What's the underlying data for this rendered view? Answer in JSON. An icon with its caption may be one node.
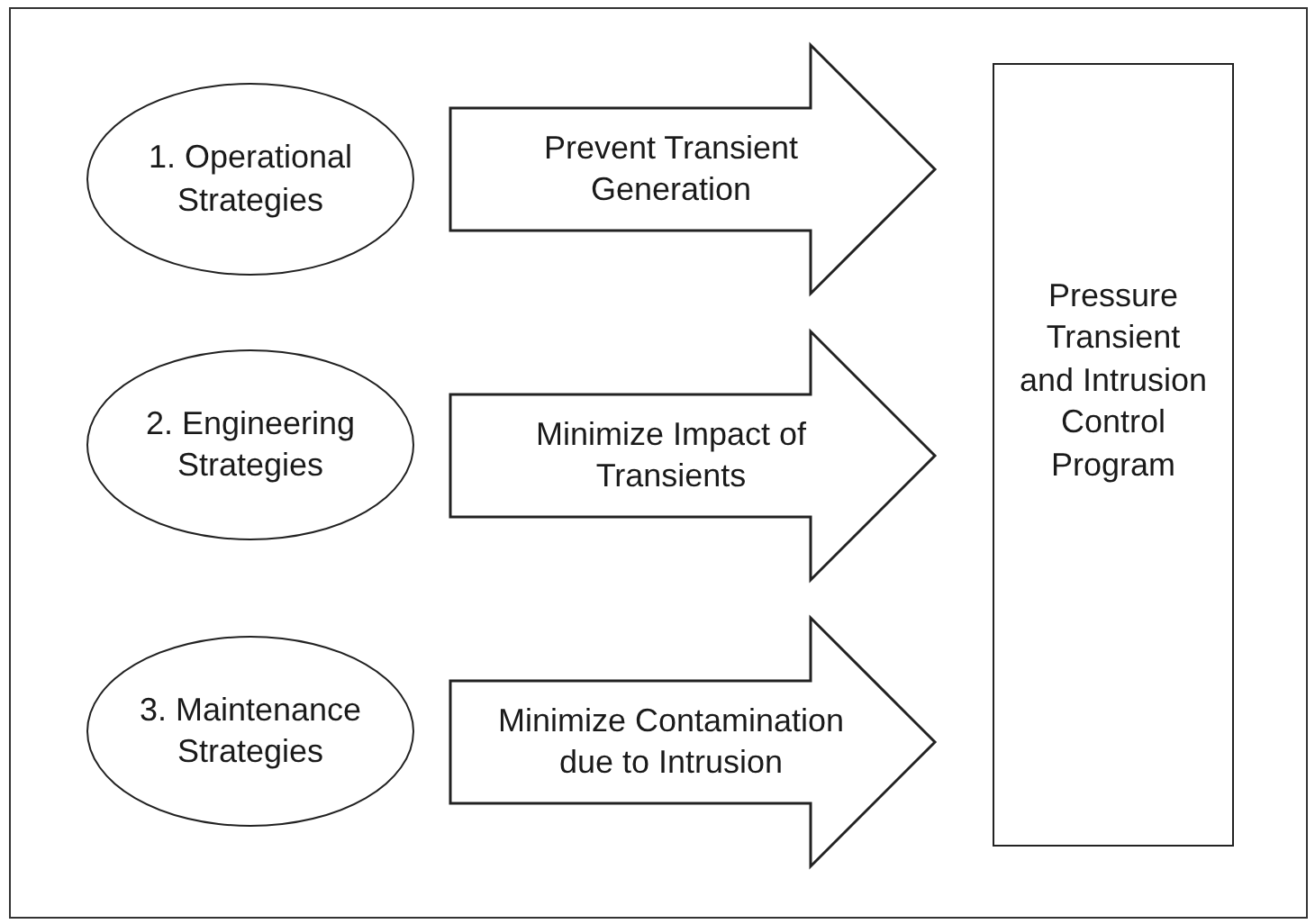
{
  "diagram": {
    "nodes": [
      {
        "text": [
          "1. Operational Strategies"
        ]
      },
      {
        "text": [
          "2. Engineering Strategies"
        ]
      },
      {
        "text": [
          "3. Maintenance Strategies"
        ]
      },
      {
        "text": [
          "Pressure Transient and Intrusion Control Program"
        ]
      }
    ],
    "edges": [
      {
        "from": 0,
        "to": 3,
        "arrow": "to",
        "label": "Prevent Transient Generation"
      },
      {
        "from": 1,
        "to": 3,
        "arrow": "to",
        "label": "Minimize Impact of Transients"
      },
      {
        "from": 2,
        "to": 3,
        "arrow": "to",
        "label": "Minimize Contamination due to Intrusion"
      }
    ]
  }
}
